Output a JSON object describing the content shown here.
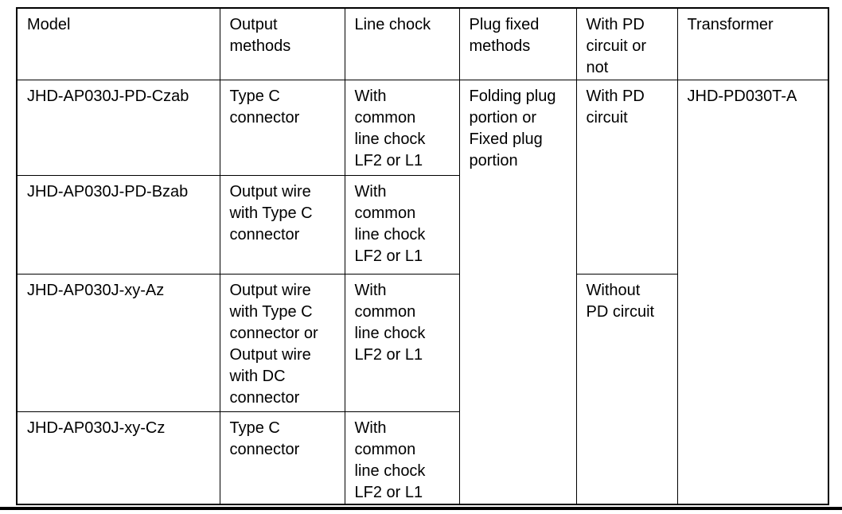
{
  "page": {
    "background_color": "#ffffff",
    "text_color": "#000000",
    "border_color": "#000000"
  },
  "table": {
    "header": {
      "model": "Model",
      "output_methods": "Output\nmethods",
      "line_chock": "Line chock",
      "plug_fixed_methods": "Plug fixed\nmethods",
      "pd_circuit": "With PD\ncircuit or\nnot",
      "transformer": "Transformer"
    },
    "rows": [
      {
        "model": "JHD-AP030J-PD-Czab",
        "output_methods": "Type C\nconnector",
        "line_chock": "With\ncommon\nline chock\nLF2 or L1"
      },
      {
        "model": "JHD-AP030J-PD-Bzab",
        "output_methods": "Output wire\nwith Type C\nconnector",
        "line_chock": "With\ncommon\nline chock\nLF2 or L1"
      },
      {
        "model": "JHD-AP030J-xy-Az",
        "output_methods": "Output wire\nwith Type C\nconnector or\nOutput wire\nwith DC\nconnector",
        "line_chock": "With\ncommon\nline chock\nLF2 or L1"
      },
      {
        "model": "JHD-AP030J-xy-Cz",
        "output_methods": "Type C\nconnector",
        "line_chock": "With\ncommon\nline chock\nLF2 or L1"
      }
    ],
    "merged_cells": {
      "plug_fixed_methods": "Folding plug\nportion or\nFixed plug\nportion",
      "with_pd_circuit": "With PD\ncircuit",
      "without_pd_circuit": "Without\nPD circuit",
      "transformer_model": "JHD-PD030T-A"
    }
  }
}
